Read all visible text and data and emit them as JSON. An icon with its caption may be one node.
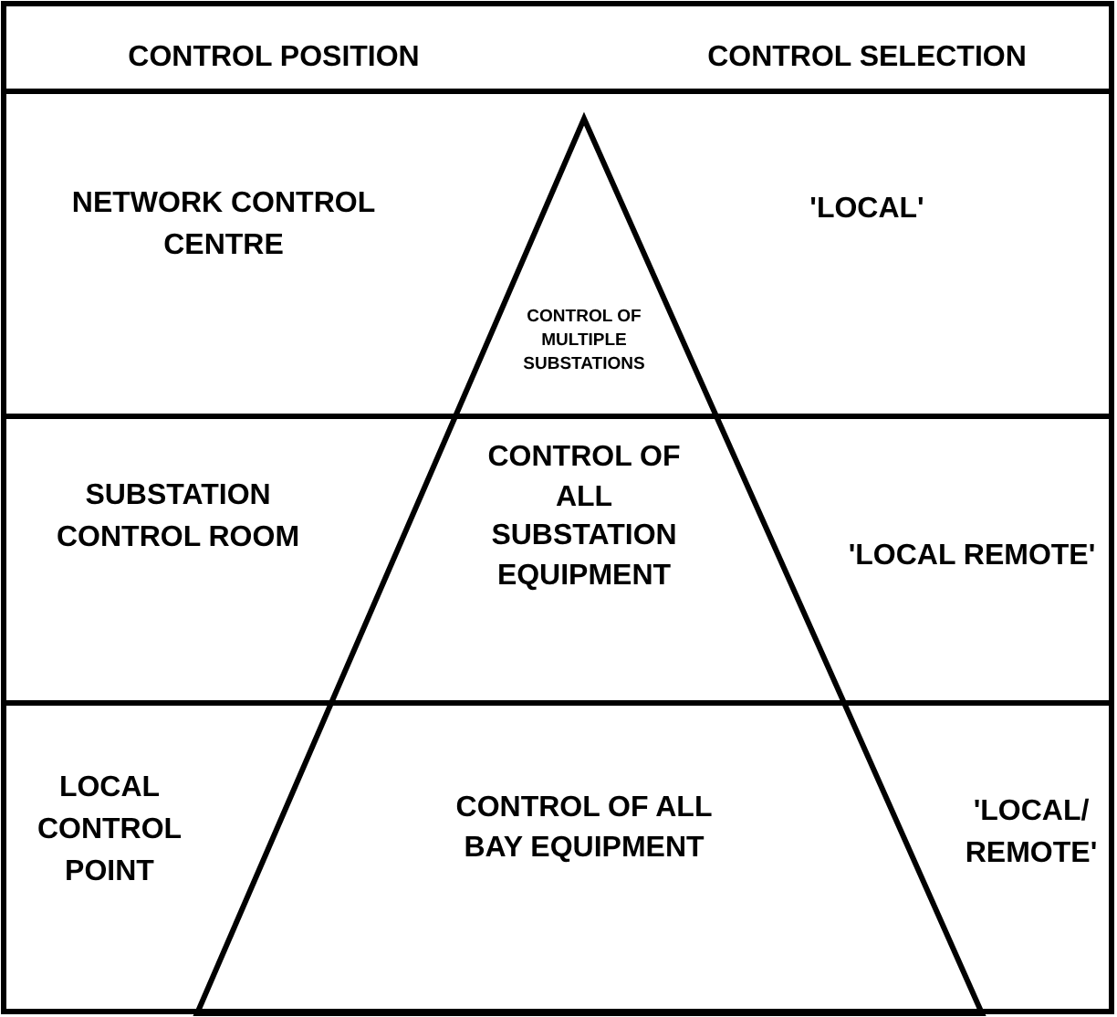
{
  "diagram": {
    "nodes": [
      {
        "text": [
          "CONTROL OF MULTIPLE SUBSTATIONS"
        ]
      },
      {
        "text": [
          "CONTROL OF ALL SUBSTATION EQUIPMENT"
        ]
      },
      {
        "text": [
          "CONTROL OF ALL BAY EQUIPMENT"
        ]
      }
    ],
    "edges": [],
    "labels": [
      "CONTROL POSITION",
      "CONTROL SELECTION",
      "NETWORK CONTROL CENTRE",
      "'LOCAL'",
      "SUBSTATION CONTROL ROOM",
      "'LOCAL REMOTE'",
      "LOCAL CONTROL POINT",
      "'LOCAL/ REMOTE'"
    ]
  }
}
